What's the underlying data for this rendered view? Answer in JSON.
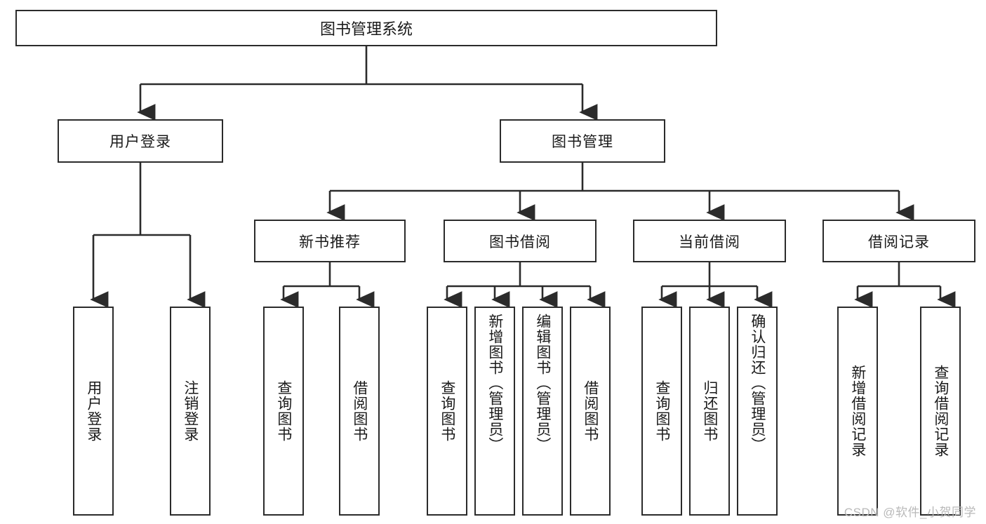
{
  "diagram": {
    "type": "tree-hierarchy",
    "title": "图书管理系统",
    "root": {
      "label": "图书管理系统"
    },
    "level2": [
      {
        "id": "user-login",
        "label": "用户登录"
      },
      {
        "id": "book-management",
        "label": "图书管理"
      }
    ],
    "level3": [
      {
        "id": "new-book-recommend",
        "label": "新书推荐",
        "parent": "book-management"
      },
      {
        "id": "book-borrow",
        "label": "图书借阅",
        "parent": "book-management"
      },
      {
        "id": "current-borrow",
        "label": "当前借阅",
        "parent": "book-management"
      },
      {
        "id": "borrow-record",
        "label": "借阅记录",
        "parent": "book-management"
      }
    ],
    "leaves": {
      "user_login": [
        {
          "id": "leaf-user-login",
          "label": "用户登录"
        },
        {
          "id": "leaf-logout-login",
          "label": "注销登录"
        }
      ],
      "new_book_recommend": [
        {
          "id": "leaf-query-book-1",
          "label": "查询图书"
        },
        {
          "id": "leaf-borrow-book-1",
          "label": "借阅图书"
        }
      ],
      "book_borrow": [
        {
          "id": "leaf-query-book-2",
          "label": "查询图书"
        },
        {
          "id": "leaf-add-book",
          "label": "新增图书（管理员）"
        },
        {
          "id": "leaf-edit-book",
          "label": "编辑图书（管理员）"
        },
        {
          "id": "leaf-borrow-book-2",
          "label": "借阅图书"
        }
      ],
      "current_borrow": [
        {
          "id": "leaf-query-book-3",
          "label": "查询图书"
        },
        {
          "id": "leaf-return-book",
          "label": "归还图书"
        },
        {
          "id": "leaf-confirm-return",
          "label": "确认归还（管理员）"
        }
      ],
      "borrow_record": [
        {
          "id": "leaf-add-borrow-record",
          "label": "新增借阅记录"
        },
        {
          "id": "leaf-query-borrow-record",
          "label": "查询借阅记录"
        }
      ]
    },
    "watermark": "CSDN @软件_小贺同学",
    "colors": {
      "stroke": "#2b2b2b",
      "fill": "#ffffff",
      "text": "#1a1a1a",
      "watermark": "#b9b9b9"
    }
  }
}
